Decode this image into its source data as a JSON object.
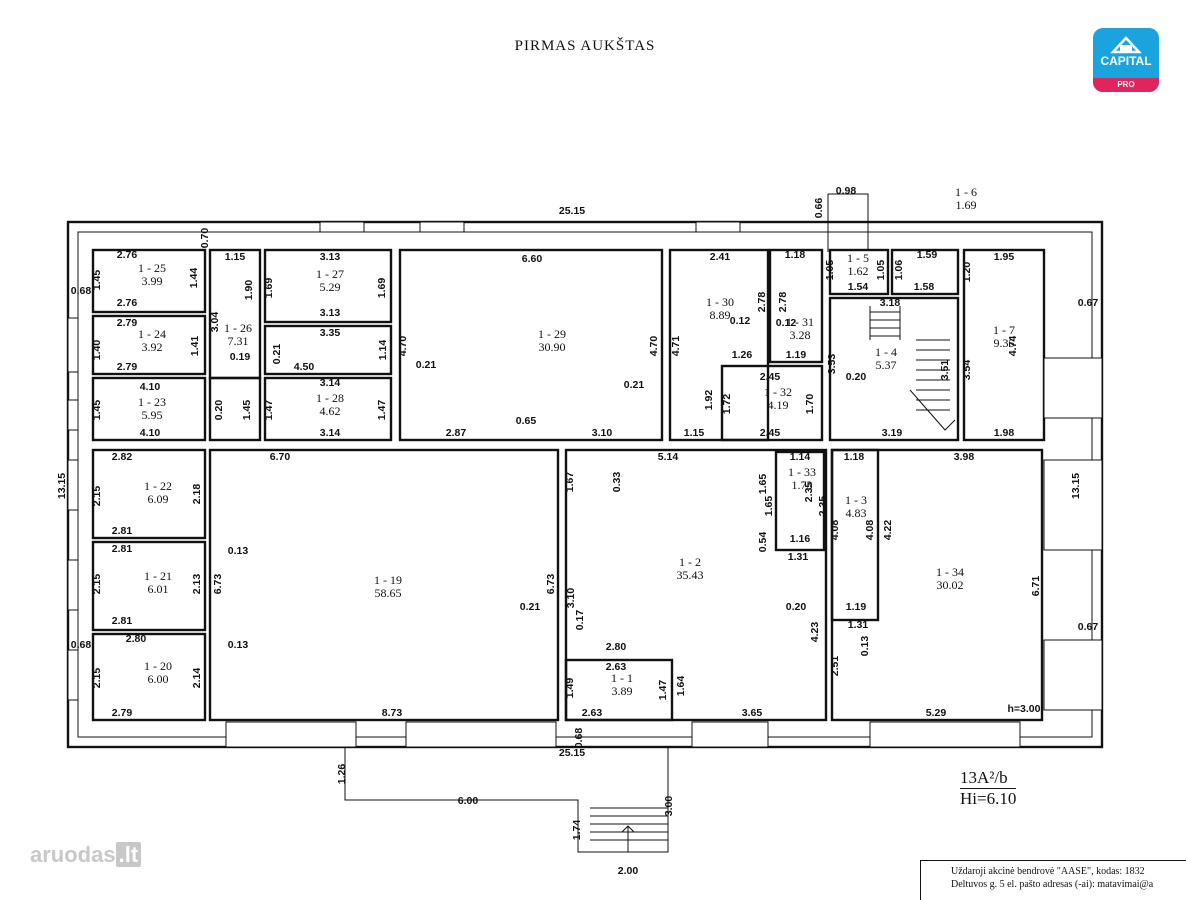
{
  "title": "PIRMAS AUKŠTAS",
  "logo": {
    "name": "CAPITAL",
    "sub": "PRO"
  },
  "watermark": {
    "name": "aruodas",
    "tld": ".lt"
  },
  "sheet": {
    "code": "13A²/b",
    "height": "Hi=6.10"
  },
  "stamp": {
    "line1": "Uždaroji akcinė bendrovė \"AASE\", kodas: 1832",
    "line2": "Deltuvos g. 5 el. pašto adresas (-ai): matavimai@a"
  },
  "rooms": [
    {
      "id": "1 - 25",
      "area": "3.99"
    },
    {
      "id": "1 - 24",
      "area": "3.92"
    },
    {
      "id": "1 - 23",
      "area": "5.95"
    },
    {
      "id": "1 - 26",
      "area": "7.31"
    },
    {
      "id": "1 - 27",
      "area": "5.29"
    },
    {
      "id": "1 - 28",
      "area": "4.62"
    },
    {
      "id": "1 - 29",
      "area": "30.90"
    },
    {
      "id": "1 - 30",
      "area": "8.89"
    },
    {
      "id": "1 - 31",
      "area": "3.28"
    },
    {
      "id": "1 - 32",
      "area": "4.19"
    },
    {
      "id": "1 - 5",
      "area": "1.62"
    },
    {
      "id": "1 - 6",
      "area": "1.69"
    },
    {
      "id": "1 - 4",
      "area": "5.37"
    },
    {
      "id": "1 - 7",
      "area": "9.35"
    },
    {
      "id": "1 - 22",
      "area": "6.09"
    },
    {
      "id": "1 - 21",
      "area": "6.01"
    },
    {
      "id": "1 - 20",
      "area": "6.00"
    },
    {
      "id": "1 - 19",
      "area": "58.65"
    },
    {
      "id": "1 - 2",
      "area": "35.43"
    },
    {
      "id": "1 - 33",
      "area": "1.73"
    },
    {
      "id": "1 - 3",
      "area": "4.83"
    },
    {
      "id": "1 - 34",
      "area": "30.02"
    },
    {
      "id": "1 - 1",
      "area": "3.89"
    }
  ],
  "dims": [
    "25.15",
    "0.98",
    "0.66",
    "0.70",
    "2.76",
    "1.45",
    "0.68",
    "2.76",
    "1.44",
    "1.15",
    "1.90",
    "3.13",
    "1.69",
    "3.13",
    "1.69",
    "6.60",
    "2.41",
    "1.18",
    "2.78",
    "2.78",
    "1.05",
    "1.05",
    "1.59",
    "1.06",
    "1.54",
    "1.58",
    "1.20",
    "1.95",
    "0.67",
    "2.79",
    "3.04",
    "1.40",
    "1.41",
    "2.79",
    "0.19",
    "0.21",
    "3.35",
    "1.14",
    "4.70",
    "4.50",
    "0.21",
    "4.70",
    "4.71",
    "0.12",
    "0.12",
    "1.26",
    "1.19",
    "3.18",
    "3.53",
    "4.74",
    "3.54",
    "3.51",
    "4.10",
    "3.14",
    "1.45",
    "0.20",
    "1.45",
    "1.47",
    "1.47",
    "4.10",
    "3.14",
    "2.87",
    "0.65",
    "3.10",
    "0.21",
    "1.92",
    "1.72",
    "2.45",
    "1.70",
    "2.45",
    "0.20",
    "1.15",
    "3.19",
    "1.98",
    "2.82",
    "6.70",
    "5.14",
    "1.14",
    "1.18",
    "3.98",
    "13.15",
    "2.15",
    "2.18",
    "0.33",
    "1.67",
    "1.65",
    "1.65",
    "2.35",
    "2.35",
    "4.08",
    "4.08",
    "4.22",
    "13.15",
    "2.81",
    "2.81",
    "0.13",
    "1.16",
    "0.54",
    "1.31",
    "2.15",
    "2.13",
    "6.73",
    "6.73",
    "3.10",
    "2.81",
    "0.21",
    "0.17",
    "0.20",
    "1.19",
    "1.31",
    "6.71",
    "0.68",
    "2.80",
    "0.13",
    "2.80",
    "2.63",
    "4.23",
    "0.13",
    "2.51",
    "0.67",
    "2.15",
    "2.14",
    "1.49",
    "1.47",
    "1.64",
    "2.79",
    "8.73",
    "2.63",
    "3.65",
    "5.29",
    "h=3.00",
    "0.68",
    "25.15",
    "1.26",
    "6.00",
    "3.00",
    "1.74",
    "2.00"
  ]
}
